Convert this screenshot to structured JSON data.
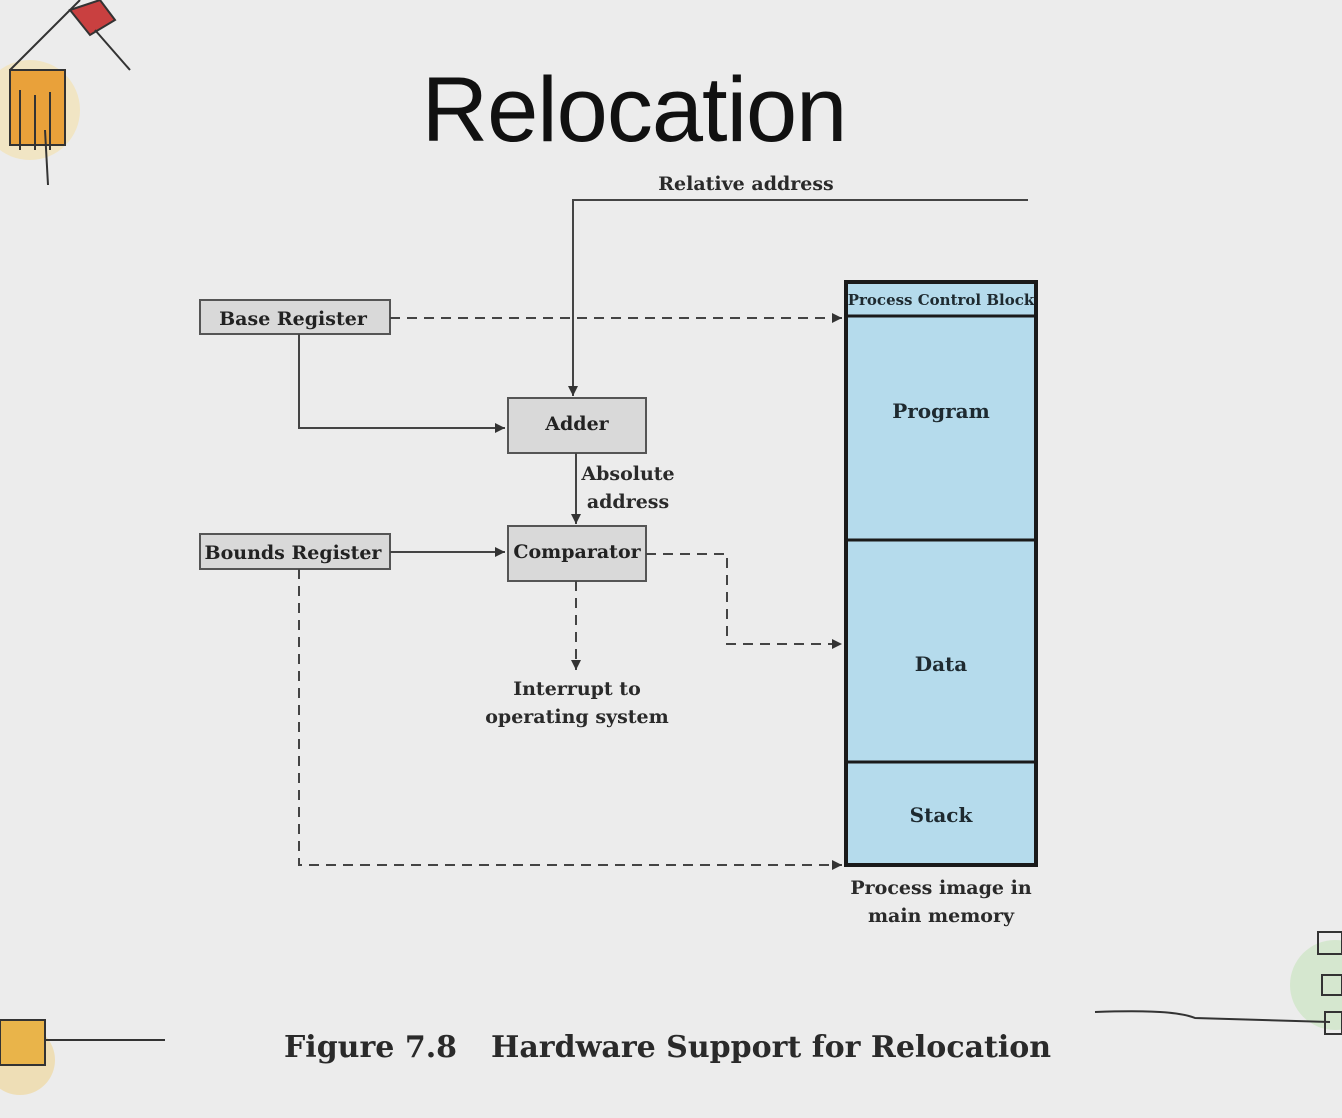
{
  "title": "Relocation",
  "caption": {
    "number": "Figure 7.8",
    "text": "Hardware Support for Relocation"
  },
  "diagram": {
    "relative_address": "Relative address",
    "base_register": "Base Register",
    "bounds_register": "Bounds Register",
    "adder": "Adder",
    "comparator": "Comparator",
    "absolute_address_line1": "Absolute",
    "absolute_address_line2": "address",
    "interrupt_line1": "Interrupt to",
    "interrupt_line2": "operating system",
    "memory": {
      "pcb": "Process Control Block",
      "program": "Program",
      "data": "Data",
      "stack": "Stack",
      "caption_line1": "Process image in",
      "caption_line2": "main memory"
    }
  },
  "colors": {
    "memory_fill": "#b5dbec",
    "box_fill": "#d9d9d9",
    "line": "#3a3a3a"
  }
}
